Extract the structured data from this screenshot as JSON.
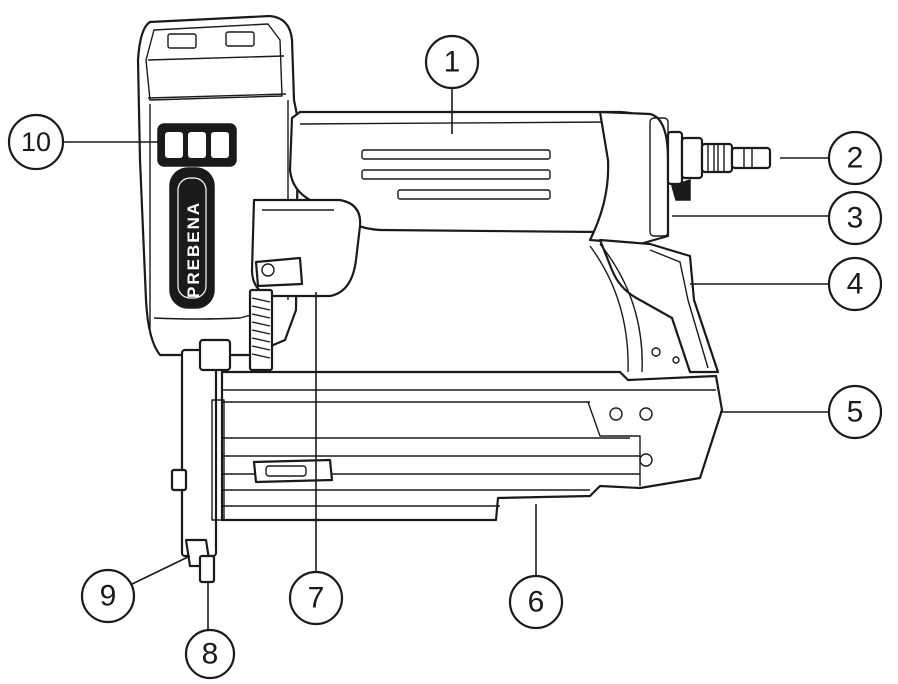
{
  "brand": {
    "text": "PREBENA"
  },
  "callouts": [
    {
      "label": "1"
    },
    {
      "label": "2"
    },
    {
      "label": "3"
    },
    {
      "label": "4"
    },
    {
      "label": "5"
    },
    {
      "label": "6"
    },
    {
      "label": "7"
    },
    {
      "label": "8"
    },
    {
      "label": "9"
    },
    {
      "label": "10"
    }
  ],
  "colors": {
    "ink": "#1a1a1a",
    "background": "#ffffff"
  }
}
